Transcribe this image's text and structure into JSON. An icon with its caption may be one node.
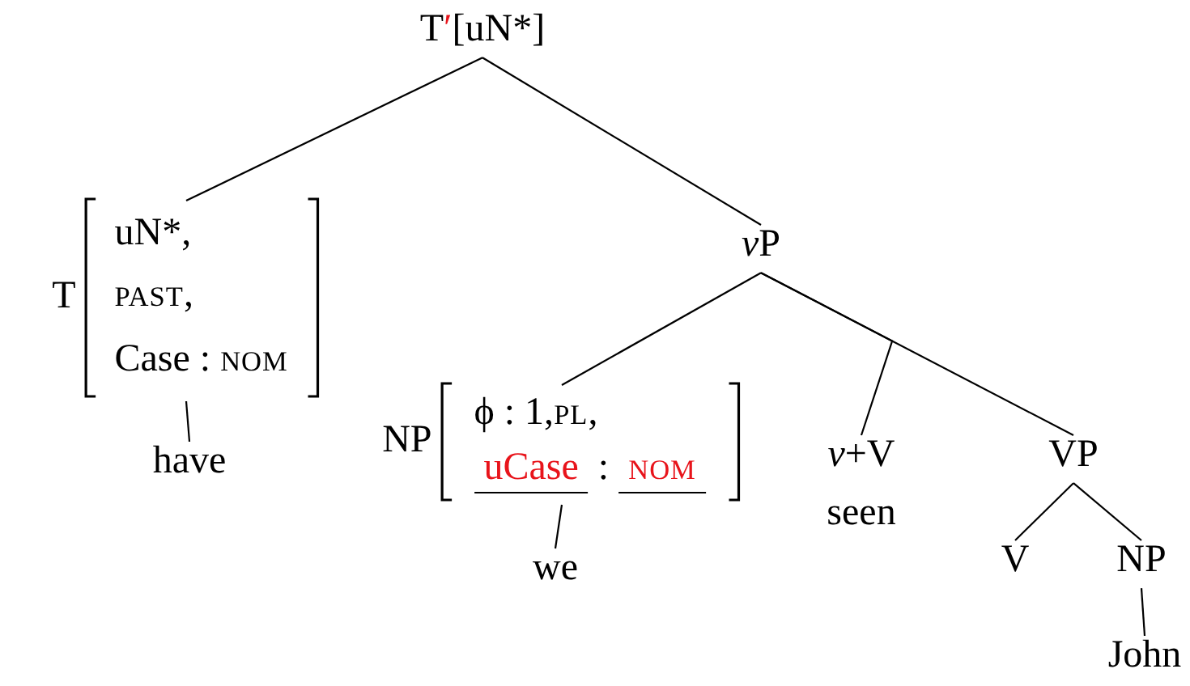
{
  "diagram": {
    "nodes": [
      {
        "text": [
          "T′[uN*]"
        ]
      },
      {
        "text": [
          "T",
          "uN*,",
          "PAST,",
          "Case : NOM"
        ]
      },
      {
        "text": [
          "have"
        ]
      },
      {
        "text": [
          "vP"
        ]
      },
      {
        "text": [
          "NP",
          "ϕ : 1,PL,",
          "uCase : NOM"
        ]
      },
      {
        "text": [
          "we"
        ]
      },
      {
        "text": [
          "*v*+V",
          "seen"
        ]
      },
      {
        "text": [
          "VP"
        ]
      },
      {
        "text": [
          "V"
        ]
      },
      {
        "text": [
          "NP"
        ]
      },
      {
        "text": [
          "John"
        ]
      }
    ],
    "edges": [
      {
        "from": 0,
        "to": 1,
        "arrow": "none"
      },
      {
        "from": 0,
        "to": 3,
        "arrow": "none"
      },
      {
        "from": 1,
        "to": 2,
        "arrow": "none"
      },
      {
        "from": 3,
        "to": 4,
        "arrow": "none"
      },
      {
        "from": 3,
        "to": 6,
        "arrow": "none"
      },
      {
        "from": 3,
        "to": 7,
        "arrow": "none"
      },
      {
        "from": 4,
        "to": 5,
        "arrow": "none"
      },
      {
        "from": 7,
        "to": 8,
        "arrow": "none"
      },
      {
        "from": 7,
        "to": 9,
        "arrow": "none"
      },
      {
        "from": 9,
        "to": 10,
        "arrow": "none"
      }
    ]
  }
}
